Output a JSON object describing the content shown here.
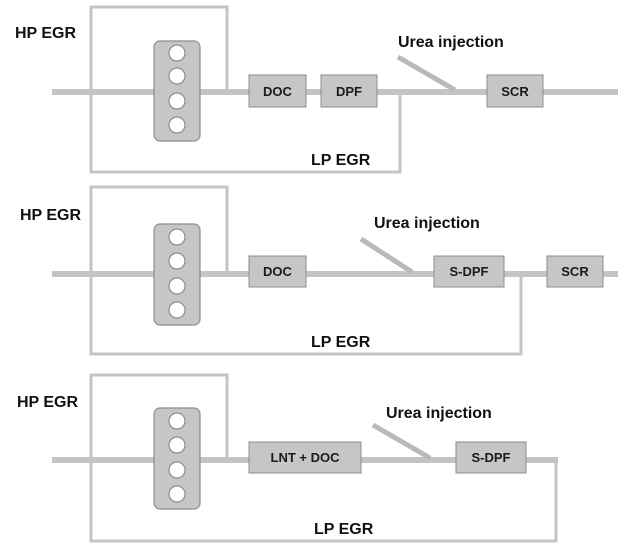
{
  "diagrams": [
    {
      "hp_egr_label": "HP EGR",
      "lp_egr_label": "LP EGR",
      "urea_label": "Urea injection",
      "blocks": [
        "DOC",
        "DPF",
        "SCR"
      ]
    },
    {
      "hp_egr_label": "HP EGR",
      "lp_egr_label": "LP EGR",
      "urea_label": "Urea injection",
      "blocks": [
        "DOC",
        "S-DPF",
        "SCR"
      ]
    },
    {
      "hp_egr_label": "HP EGR",
      "lp_egr_label": "LP EGR",
      "urea_label": "Urea injection",
      "blocks": [
        "LNT + DOC",
        "S-DPF"
      ]
    }
  ]
}
